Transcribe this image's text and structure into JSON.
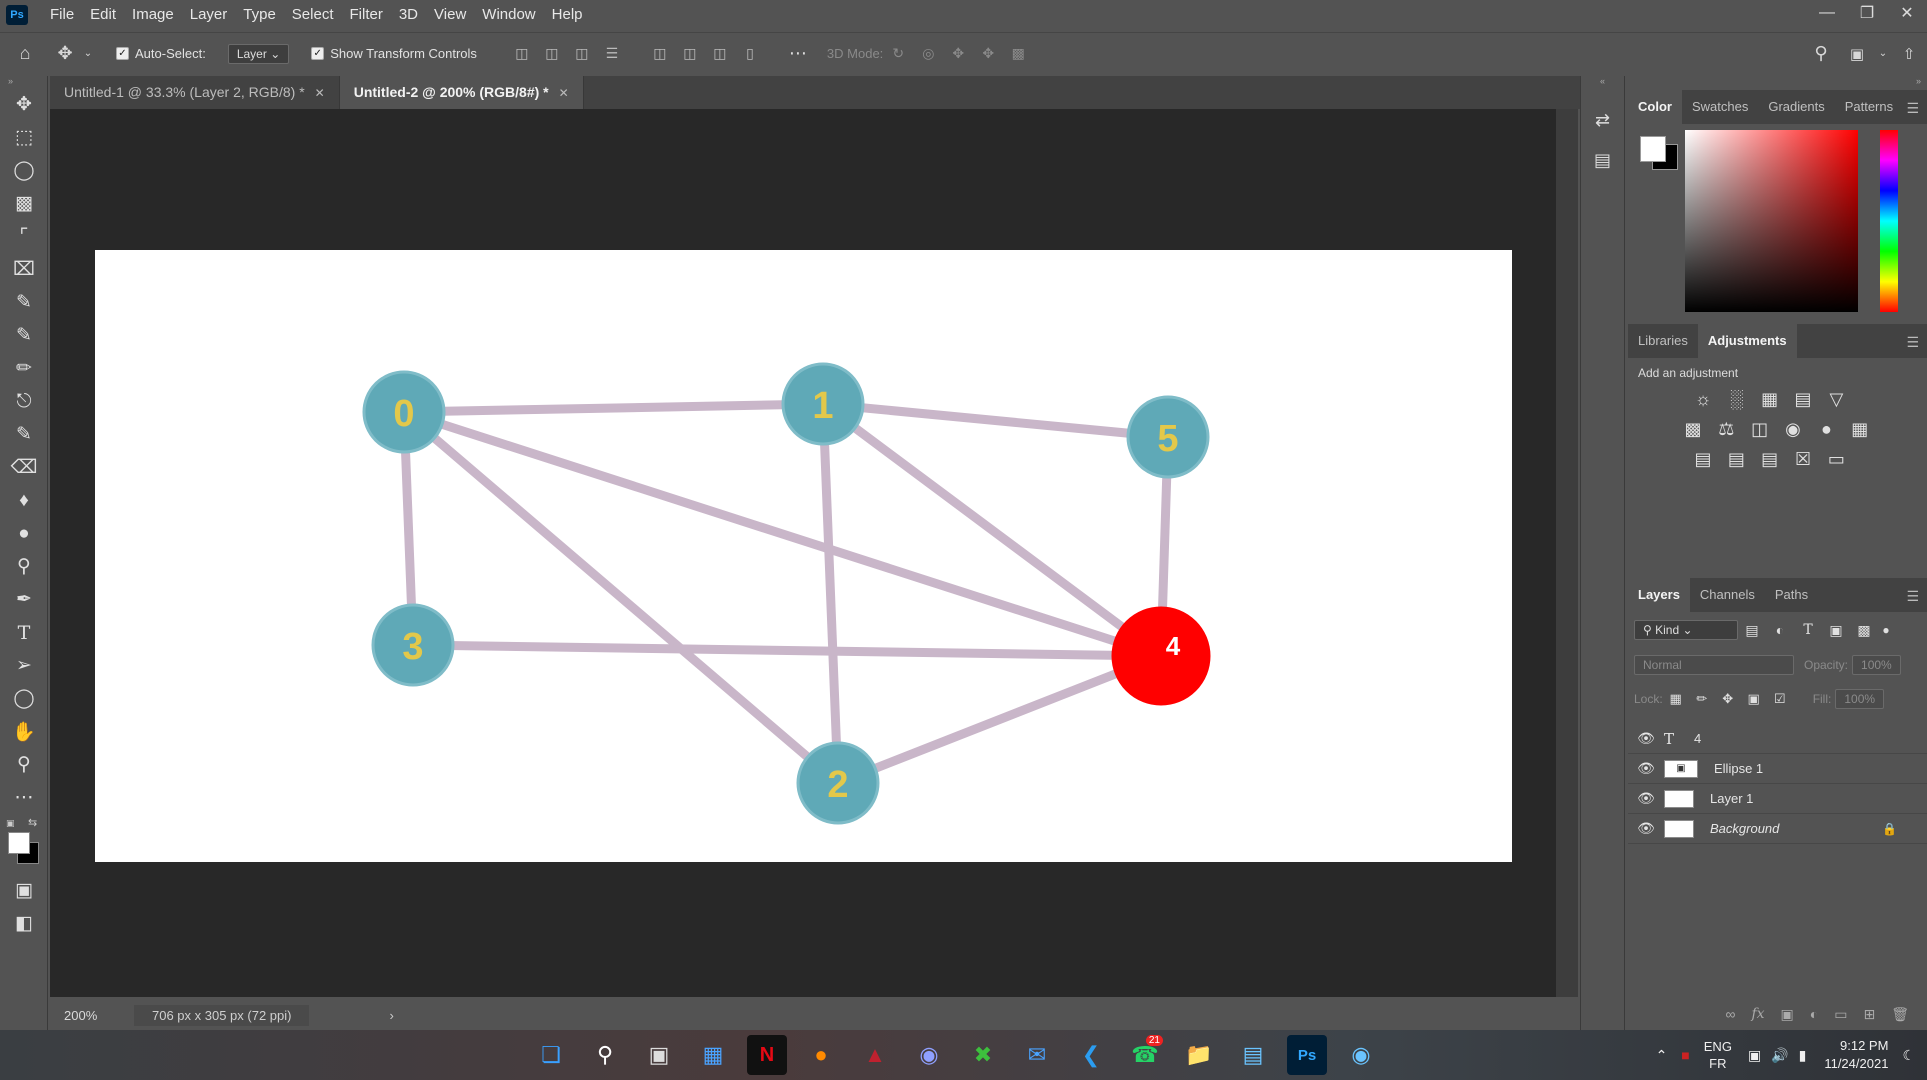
{
  "app": {
    "logo_text": "Ps",
    "menu": [
      "File",
      "Edit",
      "Image",
      "Layer",
      "Type",
      "Select",
      "Filter",
      "3D",
      "View",
      "Window",
      "Help"
    ]
  },
  "options_bar": {
    "auto_select_label": "Auto-Select:",
    "auto_select_value": "Layer",
    "show_transform_label": "Show Transform Controls",
    "mode_3d_label": "3D Mode:"
  },
  "tabs": [
    {
      "label": "Untitled-1 @ 33.3% (Layer 2, RGB/8) *"
    },
    {
      "label": "Untitled-2 @ 200% (RGB/8#) *"
    }
  ],
  "status": {
    "zoom": "200%",
    "doc_size": "706 px x 305 px (72 ppi)"
  },
  "graph": {
    "nodes": [
      {
        "label": "0",
        "color": "#5fa9b7"
      },
      {
        "label": "1",
        "color": "#5fa9b7"
      },
      {
        "label": "5",
        "color": "#5fa9b7"
      },
      {
        "label": "3",
        "color": "#5fa9b7"
      },
      {
        "label": "4",
        "color": "#ff0000"
      },
      {
        "label": "2",
        "color": "#5fa9b7"
      }
    ],
    "edge_color": "#c9b6c9",
    "label_color": "#e3c84a"
  },
  "color_panel": {
    "tabs": [
      "Color",
      "Swatches",
      "Gradients",
      "Patterns"
    ]
  },
  "adjust_panel": {
    "tabs": [
      "Libraries",
      "Adjustments"
    ],
    "add_label": "Add an adjustment"
  },
  "layers_panel": {
    "tabs": [
      "Layers",
      "Channels",
      "Paths"
    ],
    "kind_label": "Kind",
    "blend_mode": "Normal",
    "opacity_label": "Opacity:",
    "opacity_value": "100%",
    "lock_label": "Lock:",
    "fill_label": "Fill:",
    "fill_value": "100%",
    "layers": [
      {
        "name": "4",
        "type": "text"
      },
      {
        "name": "Ellipse 1",
        "type": "shape"
      },
      {
        "name": "Layer 1",
        "type": "pixel"
      },
      {
        "name": "Background",
        "type": "background"
      }
    ]
  },
  "taskbar": {
    "whatsapp_badge": "21",
    "lang_top": "ENG",
    "lang_bottom": "FR",
    "time": "9:12 PM",
    "date": "11/24/2021"
  }
}
